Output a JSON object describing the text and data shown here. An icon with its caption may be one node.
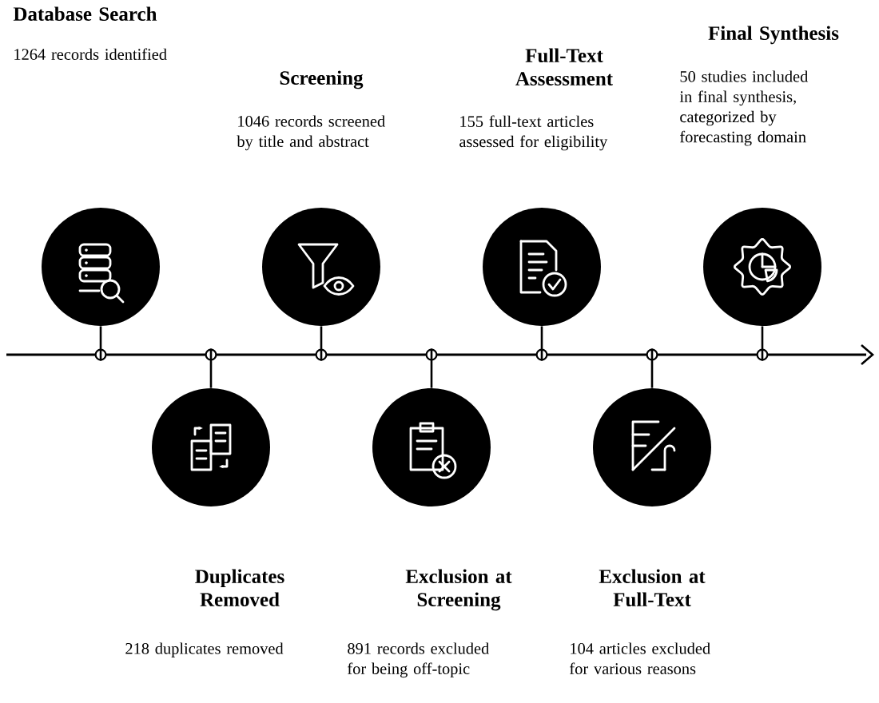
{
  "diagram": {
    "nodes": [
      {
        "text": [
          "Database Search",
          "1264 records identified"
        ]
      },
      {
        "text": [
          "Duplicates Removed",
          "218 duplicates removed"
        ]
      },
      {
        "text": [
          "Screening",
          "1046 records screened by title and abstract"
        ]
      },
      {
        "text": [
          "Exclusion at Screening",
          "891 records excluded for being off-topic"
        ]
      },
      {
        "text": [
          "Full-Text Assessment",
          "155 full-text articles assessed for eligibility"
        ]
      },
      {
        "text": [
          "Exclusion at Full-Text",
          "104 articles excluded for various reasons"
        ]
      },
      {
        "text": [
          "Final Synthesis",
          "50 studies included in final synthesis, categorized by forecasting domain"
        ]
      },
      {
        "text": [],
        "shape": "circle"
      },
      {
        "text": [],
        "shape": "circle"
      },
      {
        "text": [],
        "shape": "circle"
      },
      {
        "text": [],
        "shape": "circle"
      },
      {
        "text": [],
        "shape": "circle"
      },
      {
        "text": [],
        "shape": "circle"
      },
      {
        "text": [],
        "shape": "circle"
      },
      {
        "text": [],
        "shape": "bar"
      }
    ],
    "edges": [
      {
        "from": 7,
        "to": 14,
        "arrow": "none"
      },
      {
        "from": 8,
        "to": 14,
        "arrow": "none"
      },
      {
        "from": 9,
        "to": 14,
        "arrow": "none"
      },
      {
        "from": 10,
        "to": 14,
        "arrow": "none"
      },
      {
        "from": 11,
        "to": 14,
        "arrow": "none"
      },
      {
        "from": 12,
        "to": 14,
        "arrow": "none"
      },
      {
        "from": 13,
        "to": 14,
        "arrow": "none"
      }
    ]
  }
}
